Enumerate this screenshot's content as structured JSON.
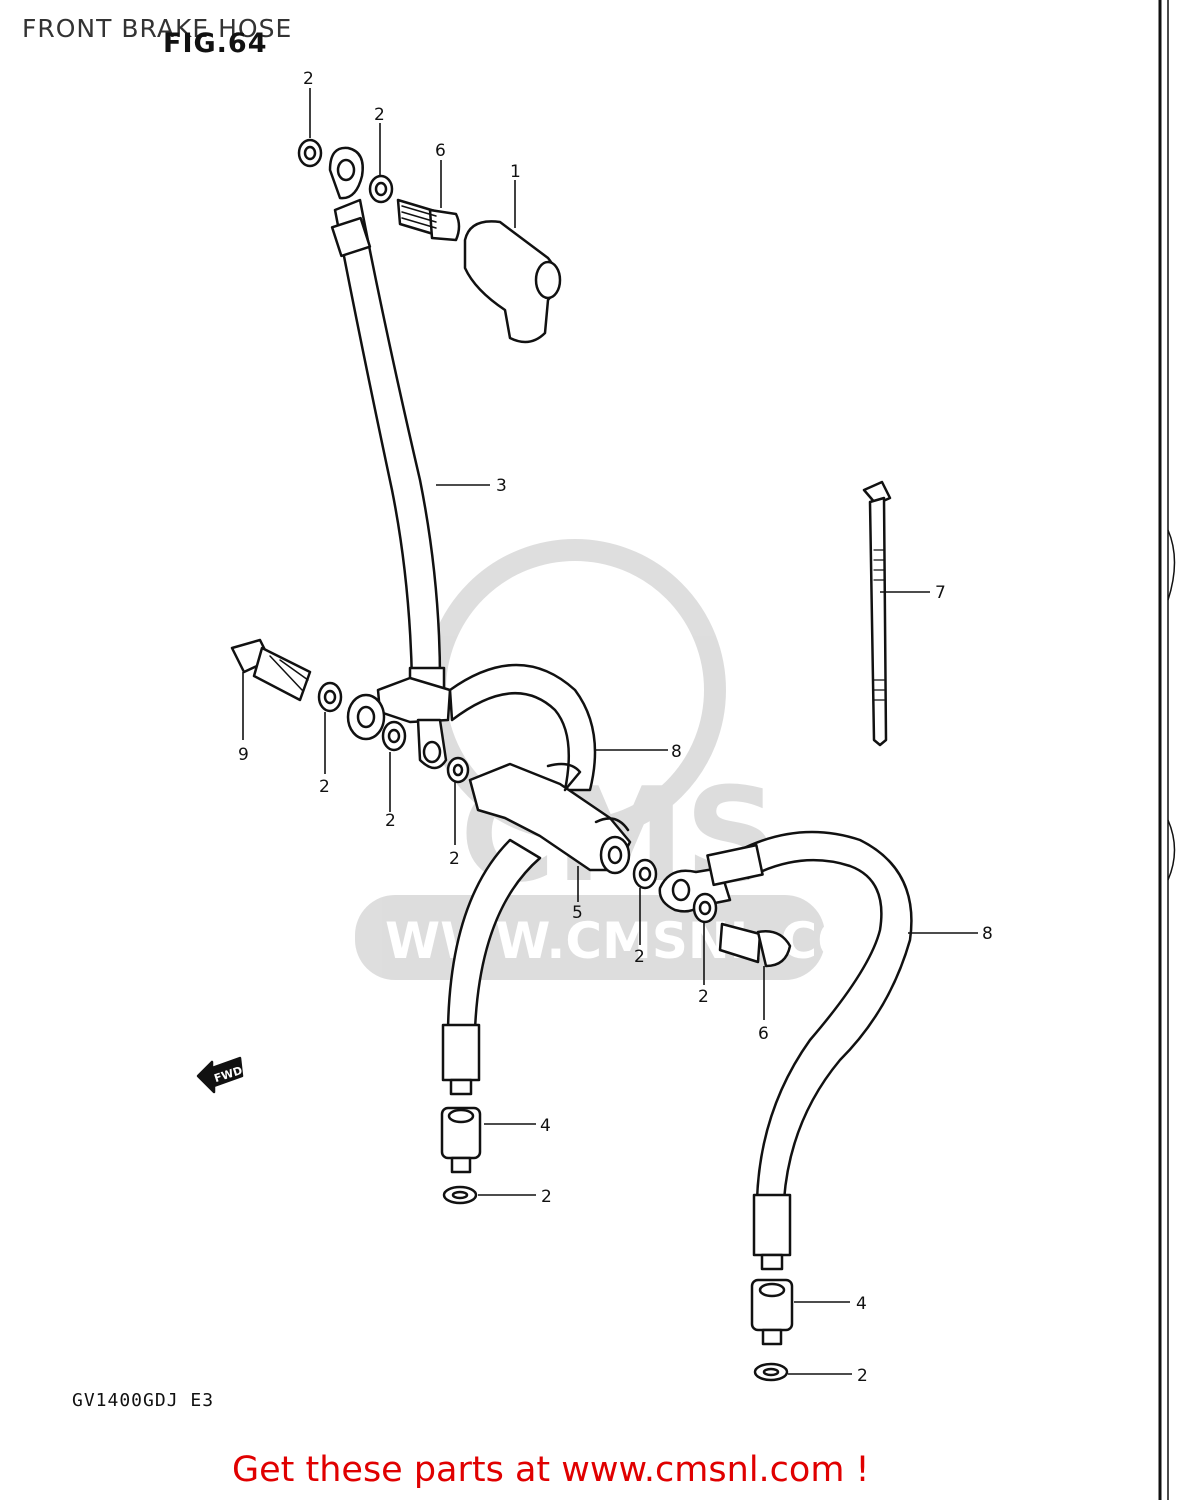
{
  "header": {
    "title": "FRONT BRAKE HOSE"
  },
  "figure": {
    "label": "FIG.64",
    "model_code": "GV1400GDJ E3"
  },
  "watermark": {
    "url_text": "WWW.CMSNL.COM",
    "logo_text": "CMS"
  },
  "fwd_label": "FWD",
  "cta": {
    "text": "Get these parts at www.cmsnl.com !"
  },
  "callouts": [
    {
      "id": "c1",
      "num": "2"
    },
    {
      "id": "c2",
      "num": "2"
    },
    {
      "id": "c3",
      "num": "6"
    },
    {
      "id": "c4",
      "num": "1"
    },
    {
      "id": "c5",
      "num": "3"
    },
    {
      "id": "c6",
      "num": "7"
    },
    {
      "id": "c7",
      "num": "9"
    },
    {
      "id": "c8",
      "num": "2"
    },
    {
      "id": "c9",
      "num": "2"
    },
    {
      "id": "c10",
      "num": "2"
    },
    {
      "id": "c11",
      "num": "8"
    },
    {
      "id": "c12",
      "num": "5"
    },
    {
      "id": "c13",
      "num": "2"
    },
    {
      "id": "c14",
      "num": "2"
    },
    {
      "id": "c15",
      "num": "8"
    },
    {
      "id": "c16",
      "num": "6"
    },
    {
      "id": "c17",
      "num": "4"
    },
    {
      "id": "c18",
      "num": "2"
    },
    {
      "id": "c19",
      "num": "4"
    },
    {
      "id": "c20",
      "num": "2"
    }
  ]
}
